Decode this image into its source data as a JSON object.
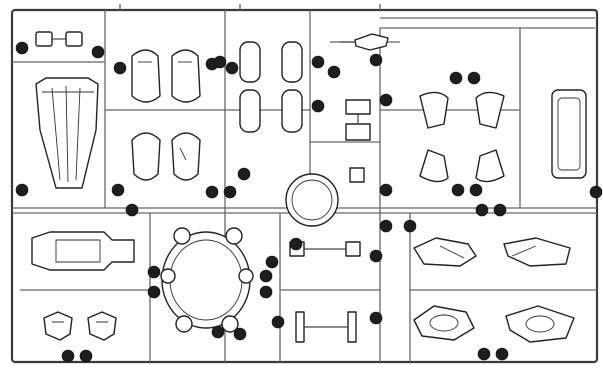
{
  "diagram": {
    "type": "model-kit-sprue",
    "colors": {
      "frame": "#3a3a3a",
      "runner": "#666666",
      "part_outline": "#222222",
      "badge_fill": "#1e1e1e",
      "badge_text": "#ffffff"
    },
    "parts": [
      {
        "id": "small-connector-pair"
      },
      {
        "id": "head-visor-shell"
      },
      {
        "id": "armor-plate-upper-left"
      },
      {
        "id": "armor-plate-upper-right"
      },
      {
        "id": "armor-plate-lower-left"
      },
      {
        "id": "armor-plate-lower-right"
      },
      {
        "id": "tall-panel-upper-left"
      },
      {
        "id": "tall-panel-upper-right"
      },
      {
        "id": "tall-panel-lower-left"
      },
      {
        "id": "tall-panel-lower-right"
      },
      {
        "id": "small-weapon-piece"
      },
      {
        "id": "bracket-joint"
      },
      {
        "id": "winged-shoulder-upper-left"
      },
      {
        "id": "winged-shoulder-upper-right"
      },
      {
        "id": "winged-shoulder-lower-left"
      },
      {
        "id": "winged-shoulder-lower-right"
      },
      {
        "id": "frame-box-right"
      },
      {
        "id": "torso-block"
      },
      {
        "id": "circular-ring-part"
      },
      {
        "id": "oval-frame-ring"
      },
      {
        "id": "small-square-joints"
      },
      {
        "id": "thruster-fins-upper"
      },
      {
        "id": "thruster-fins-lower"
      },
      {
        "id": "foot-clamp-parts"
      },
      {
        "id": "long-bar-parts"
      }
    ],
    "part_number_badges": [
      {
        "id": "badge-01",
        "label": ""
      },
      {
        "id": "badge-02",
        "label": ""
      },
      {
        "id": "badge-03",
        "label": ""
      },
      {
        "id": "badge-04",
        "label": ""
      },
      {
        "id": "badge-05",
        "label": ""
      },
      {
        "id": "badge-06",
        "label": ""
      },
      {
        "id": "badge-07",
        "label": ""
      },
      {
        "id": "badge-08",
        "label": ""
      },
      {
        "id": "badge-09",
        "label": ""
      },
      {
        "id": "badge-10",
        "label": ""
      },
      {
        "id": "badge-11",
        "label": ""
      },
      {
        "id": "badge-12",
        "label": ""
      },
      {
        "id": "badge-13",
        "label": ""
      },
      {
        "id": "badge-14",
        "label": ""
      },
      {
        "id": "badge-15",
        "label": ""
      },
      {
        "id": "badge-16",
        "label": ""
      },
      {
        "id": "badge-17",
        "label": ""
      },
      {
        "id": "badge-18",
        "label": ""
      },
      {
        "id": "badge-19",
        "label": ""
      },
      {
        "id": "badge-20",
        "label": ""
      },
      {
        "id": "badge-21",
        "label": ""
      },
      {
        "id": "badge-22",
        "label": ""
      },
      {
        "id": "badge-23",
        "label": ""
      },
      {
        "id": "badge-24",
        "label": ""
      },
      {
        "id": "badge-25",
        "label": ""
      },
      {
        "id": "badge-26",
        "label": ""
      },
      {
        "id": "badge-27",
        "label": ""
      },
      {
        "id": "badge-28",
        "label": ""
      },
      {
        "id": "badge-29",
        "label": ""
      },
      {
        "id": "badge-30",
        "label": ""
      },
      {
        "id": "badge-31",
        "label": ""
      },
      {
        "id": "badge-32",
        "label": ""
      },
      {
        "id": "badge-33",
        "label": ""
      },
      {
        "id": "badge-34",
        "label": ""
      },
      {
        "id": "badge-35",
        "label": ""
      },
      {
        "id": "badge-36",
        "label": ""
      },
      {
        "id": "badge-37",
        "label": ""
      },
      {
        "id": "badge-38",
        "label": ""
      },
      {
        "id": "badge-39",
        "label": ""
      },
      {
        "id": "badge-40",
        "label": ""
      },
      {
        "id": "badge-41",
        "label": ""
      },
      {
        "id": "badge-42",
        "label": ""
      }
    ]
  }
}
